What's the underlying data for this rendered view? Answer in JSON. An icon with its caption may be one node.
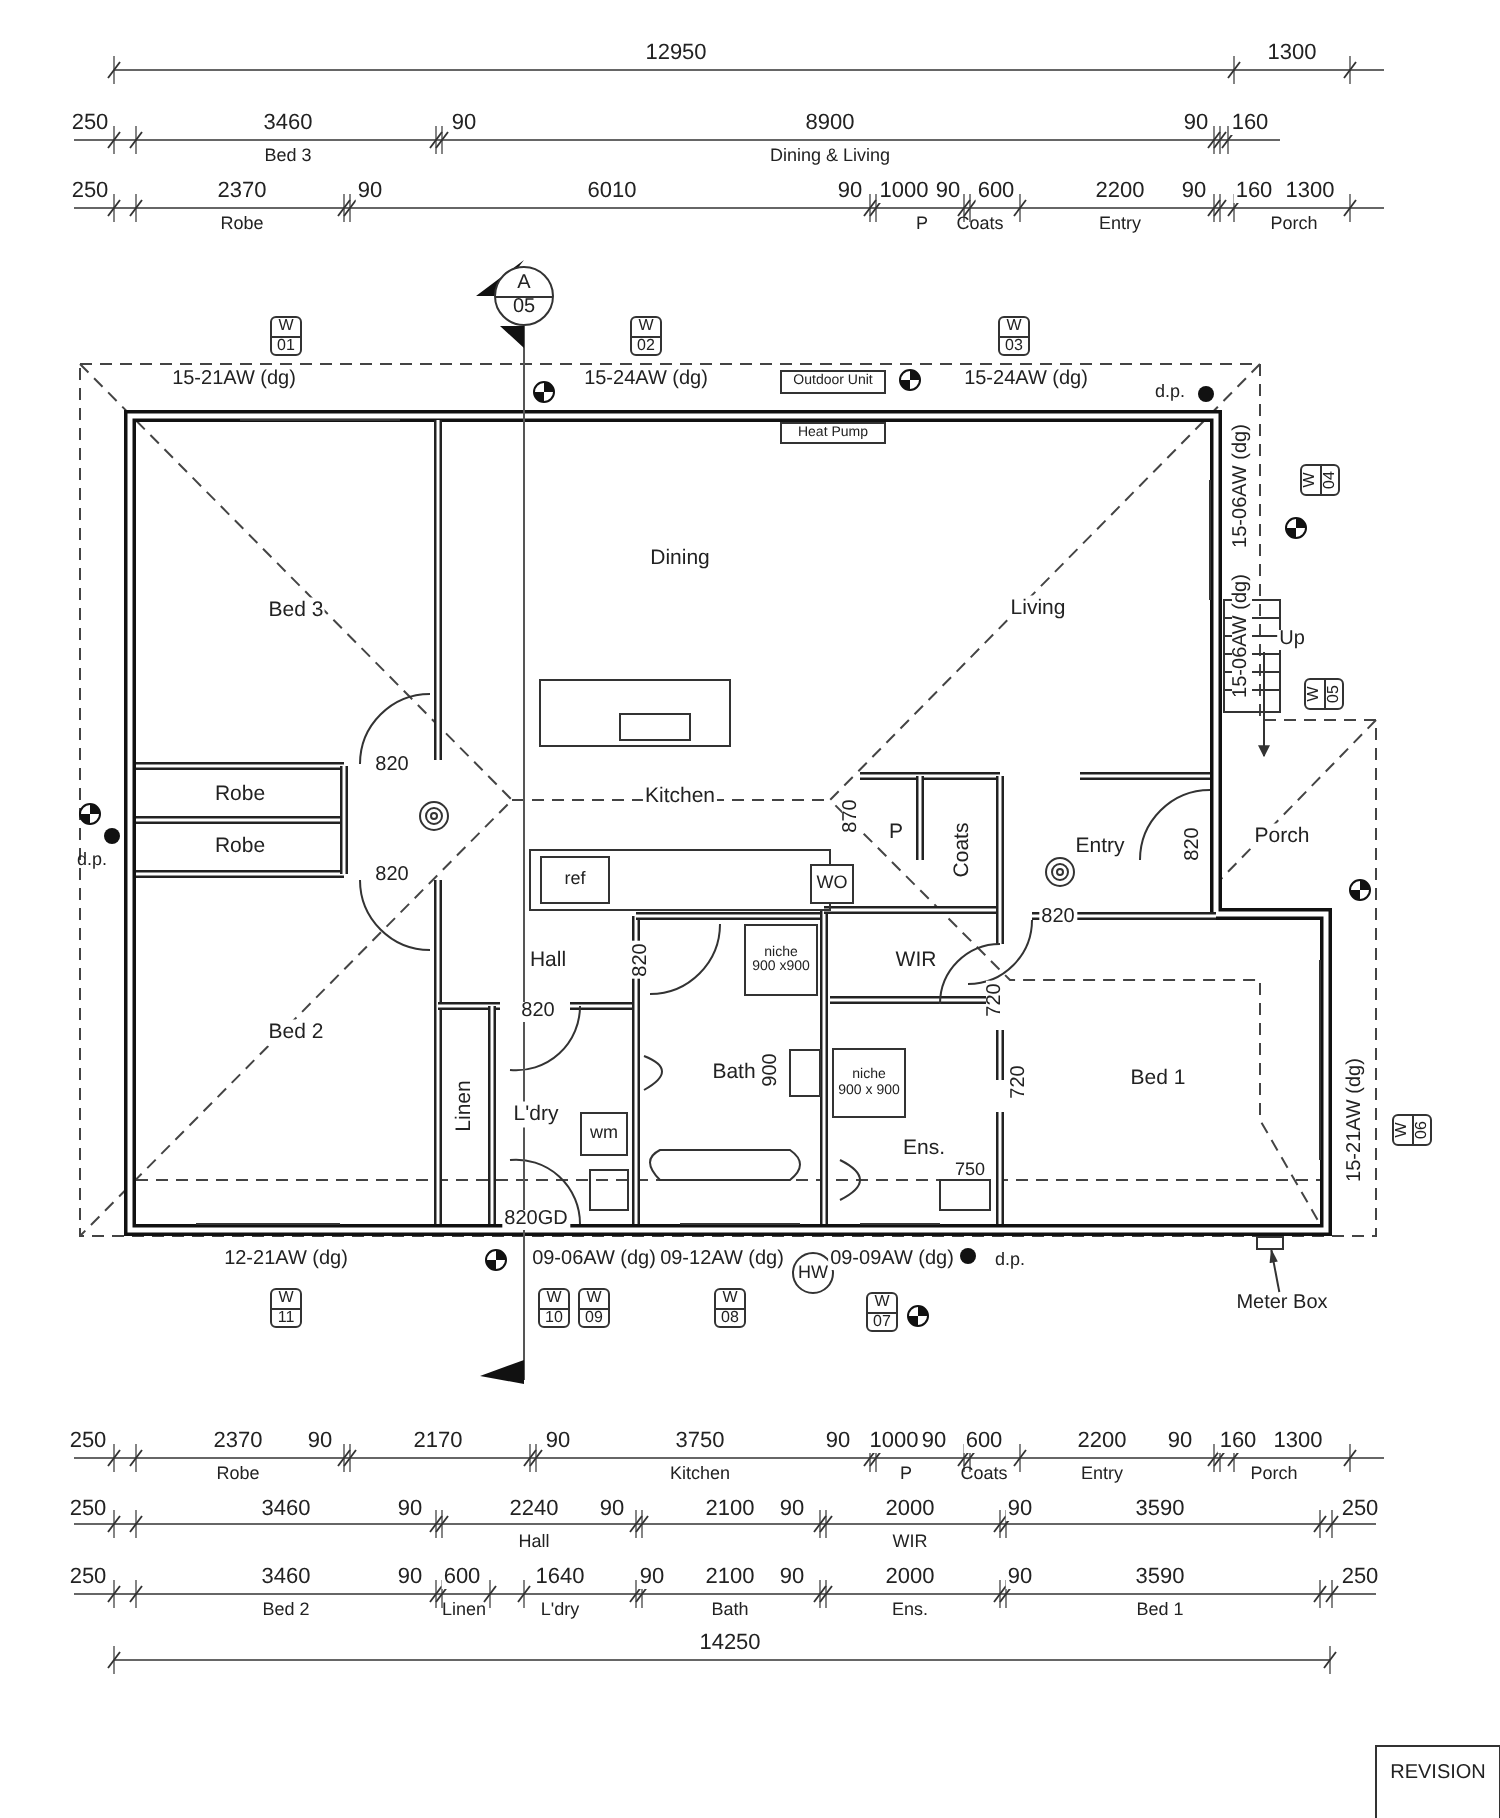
{
  "diagram": {
    "nodes": [
      {
        "text": [
          "Bed 3"
        ]
      },
      {
        "text": [
          "Dining"
        ]
      },
      {
        "text": [
          "Living"
        ]
      },
      {
        "text": [
          "Kitchen"
        ]
      },
      {
        "text": [
          "Robe"
        ]
      },
      {
        "text": [
          "Robe"
        ]
      },
      {
        "text": [
          "Bed 2"
        ]
      },
      {
        "text": [
          "Hall"
        ]
      },
      {
        "text": [
          "Linen"
        ]
      },
      {
        "text": [
          "L'dry"
        ]
      },
      {
        "text": [
          "Bath"
        ]
      },
      {
        "text": [
          "WIR"
        ]
      },
      {
        "text": [
          "Ens."
        ]
      },
      {
        "text": [
          "Bed 1"
        ]
      },
      {
        "text": [
          "P"
        ]
      },
      {
        "text": [
          "Coats"
        ]
      },
      {
        "text": [
          "Entry"
        ]
      },
      {
        "text": [
          "Porch"
        ]
      },
      {
        "text": [
          "Outdoor Unit"
        ]
      },
      {
        "text": [
          "Heat Pump"
        ]
      },
      {
        "text": [
          "ref"
        ]
      },
      {
        "text": [
          "WO"
        ]
      },
      {
        "text": [
          "wm"
        ]
      },
      {
        "text": [
          "niche",
          "900 x900"
        ]
      },
      {
        "text": [
          "niche",
          "900 x 900"
        ]
      },
      {
        "text": [
          "Meter Box"
        ]
      },
      {
        "text": [],
        "shape": "box"
      },
      {
        "text": [
          "A",
          "05"
        ]
      },
      {
        "text": [
          "HW"
        ]
      },
      {
        "text": [
          "W",
          "01"
        ]
      },
      {
        "text": [
          "W",
          "02"
        ]
      },
      {
        "text": [
          "W",
          "03"
        ]
      },
      {
        "text": [
          "W",
          "04"
        ]
      },
      {
        "text": [
          "W",
          "05"
        ]
      },
      {
        "text": [
          "W",
          "06"
        ]
      },
      {
        "text": [
          "W",
          "11"
        ]
      },
      {
        "text": [
          "W",
          "10"
        ]
      },
      {
        "text": [
          "W",
          "09"
        ]
      },
      {
        "text": [
          "W",
          "08"
        ]
      },
      {
        "text": [
          "W",
          "07"
        ]
      }
    ],
    "edges": [
      {
        "from": 25,
        "to": 26,
        "arrow": "to"
      }
    ],
    "labels": [
      "12950",
      "1300",
      "250",
      "3460",
      "90",
      "8900",
      "90",
      "160",
      "Bed 3",
      "Dining & Living",
      "250",
      "2370",
      "90",
      "6010",
      "90",
      "1000",
      "90",
      "600",
      "2200",
      "90",
      "160",
      "1300",
      "Robe",
      "P",
      "Coats",
      "Entry",
      "Porch",
      "15-21AW (dg)",
      "15-24AW (dg)",
      "15-24AW (dg)",
      "d.p.",
      "15-06AW (dg)",
      "15-06AW (dg)",
      "Up",
      "820",
      "d.p.",
      "870",
      "820",
      "820",
      "820",
      "820",
      "720",
      "820",
      "900",
      "720",
      "750",
      "15-21AW (dg)",
      "820GD",
      "12-21AW (dg)",
      "09-06AW (dg)",
      "09-12AW (dg)",
      "09-09AW (dg)",
      "d.p.",
      "250",
      "2370",
      "90",
      "2170",
      "90",
      "3750",
      "90",
      "1000",
      "90",
      "600",
      "2200",
      "90",
      "160",
      "1300",
      "Robe",
      "Kitchen",
      "P",
      "Coats",
      "Entry",
      "Porch",
      "250",
      "3460",
      "90",
      "2240",
      "90",
      "2100",
      "90",
      "2000",
      "90",
      "3590",
      "250",
      "Hall",
      "WIR",
      "250",
      "3460",
      "90",
      "600",
      "1640",
      "90",
      "2100",
      "90",
      "2000",
      "90",
      "3590",
      "250",
      "Bed 2",
      "Linen",
      "L'dry",
      "Bath",
      "Ens.",
      "Bed 1",
      "14250",
      "REVISION"
    ]
  }
}
